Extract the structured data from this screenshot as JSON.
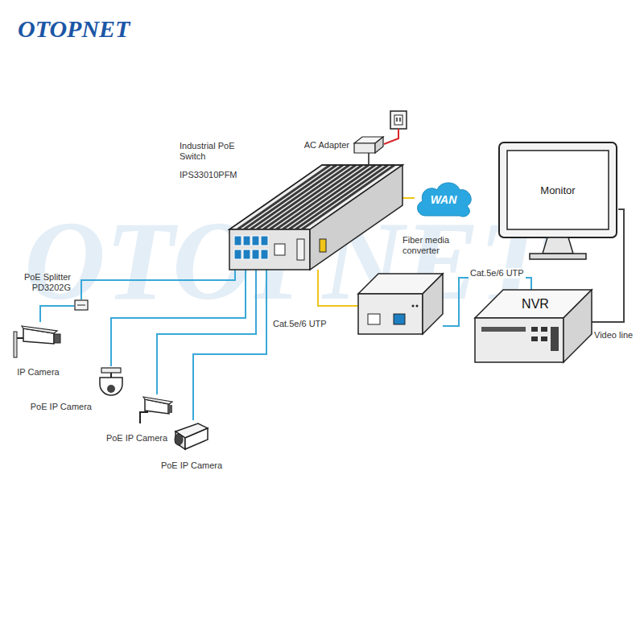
{
  "diagram": {
    "nodes": [
      {
        "text": [
          "Industrial PoE Switch",
          "IPS33010PFM"
        ]
      },
      {
        "text": [
          "AC Adapter"
        ]
      },
      {
        "text": [
          "WAN"
        ]
      },
      {
        "text": [
          "Fiber media converter"
        ]
      },
      {
        "text": [
          "Monitor"
        ]
      },
      {
        "text": [
          "NVR"
        ]
      },
      {
        "text": [
          "PoE Splitter PD3202G"
        ]
      },
      {
        "text": [
          "IP Camera"
        ]
      },
      {
        "text": [
          "PoE IP Camera"
        ]
      },
      {
        "text": [
          "PoE IP Camera"
        ]
      },
      {
        "text": [
          "PoE IP Camera"
        ]
      }
    ],
    "edges": [
      {
        "from": 1,
        "to": 0,
        "arrow": "none"
      },
      {
        "from": 0,
        "to": 2,
        "arrow": "none"
      },
      {
        "from": 0,
        "to": 3,
        "arrow": "none"
      },
      {
        "from": 3,
        "to": 5,
        "label": "Cat.5e/6 UTP",
        "arrow": "none"
      },
      {
        "from": 5,
        "to": 4,
        "label": "Video line",
        "arrow": "none"
      },
      {
        "from": 0,
        "to": 6,
        "arrow": "none"
      },
      {
        "from": 6,
        "to": 7,
        "arrow": "none"
      },
      {
        "from": 0,
        "to": 8,
        "arrow": "none"
      },
      {
        "from": 0,
        "to": 9,
        "arrow": "none"
      },
      {
        "from": 0,
        "to": 10,
        "label": "Cat.5e/6 UTP",
        "arrow": "none"
      }
    ],
    "labels": [
      "OTOPNET",
      "OTOPNET"
    ]
  }
}
